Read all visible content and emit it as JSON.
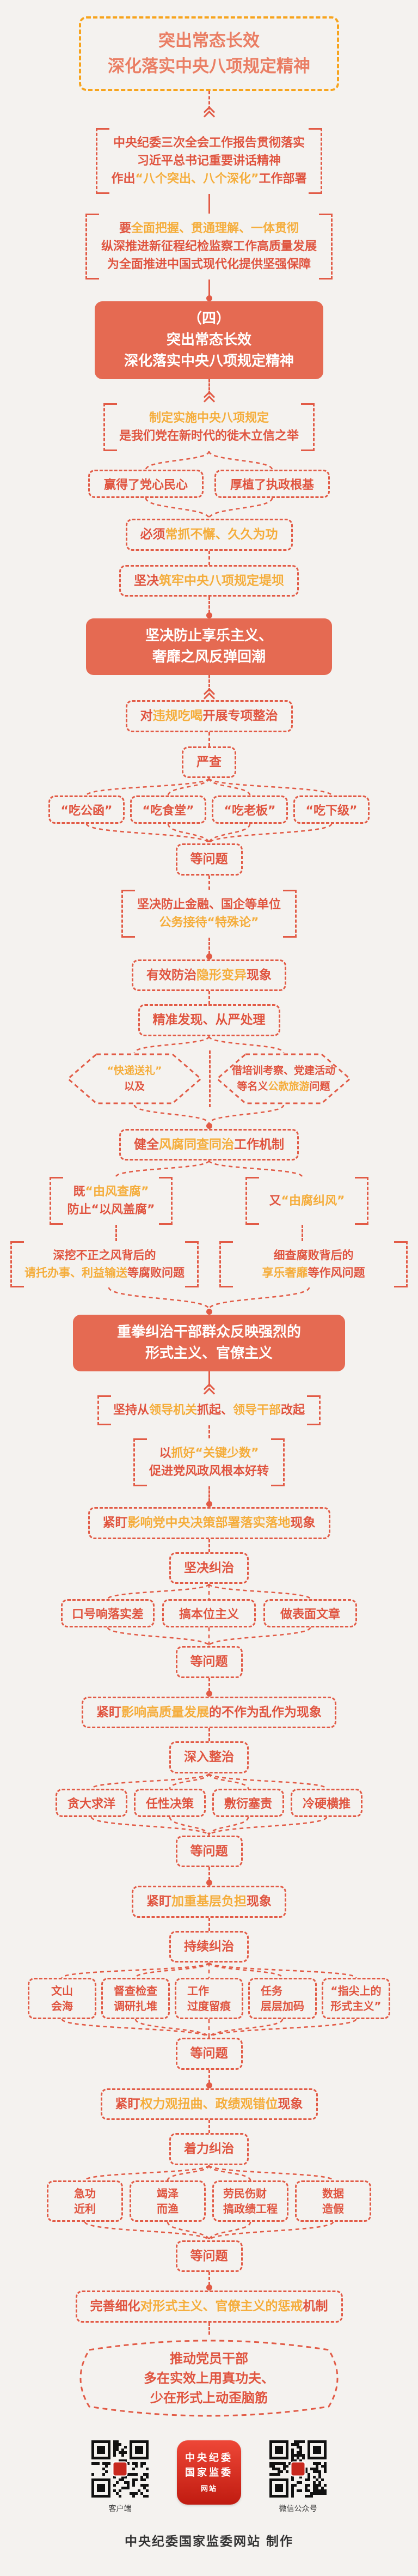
{
  "title": {
    "l1": "突出常态长效",
    "l2": "深化落实中央八项规定精神"
  },
  "report": {
    "l1": "中央纪委三次全会工作报告贯彻落实",
    "l2": "习近平总书记重要讲话精神",
    "l3a": "作出",
    "l3b": "“八个突出、八个深化”",
    "l3c": "工作部署"
  },
  "implement": {
    "l1a": "要",
    "l1b": "全面把握、贯通理解、一体贯彻",
    "l2": "纵深推进新征程纪检监察工作高质量发展",
    "l3": "为全面推进中国式现代化提供坚强保障"
  },
  "section": {
    "num": "（四）",
    "l1": "突出常态长效",
    "l2": "深化落实中央八项规定精神"
  },
  "establish": {
    "l1": "制定实施中央八项规定",
    "l2": "是我们党在新时代的徙木立信之举"
  },
  "win": "赢得了党心民心",
  "base": "厚植了执政根基",
  "persist": {
    "a": "必须",
    "b": "常抓不懈、久久为功"
  },
  "dam": {
    "a": "坚决",
    "b": "筑牢中央八项规定堤坝"
  },
  "hedonism": {
    "l1": "坚决防止享乐主义、",
    "l2": "奢靡之风反弹回潮"
  },
  "eatdrink": {
    "a": "对",
    "b": "违规吃喝",
    "c": "开展专项整治"
  },
  "strict": "严查",
  "eat_items": [
    "“吃公函”",
    "“吃食堂”",
    "“吃老板”",
    "“吃下级”"
  ],
  "etc": "等问题",
  "finance": {
    "l1": "坚决防止金融、国企等单位",
    "l2": "公务接待“特殊论”"
  },
  "invisible": {
    "a": "有效防治",
    "b": "隐形变异",
    "c": "现象"
  },
  "precise": "精准发现、从严处理",
  "gift": {
    "a": "“快递送礼”",
    "b": "以及"
  },
  "tour": {
    "l1": "借培训考察、党建活动",
    "l2a": "等名义",
    "l2b": "公款旅游",
    "l2c": "问题"
  },
  "mechanism": {
    "a": "健全",
    "b": "风腐同查同治",
    "c": "工作机制"
  },
  "wind": {
    "l1a": "既",
    "l1b": "“由风查腐”",
    "l2": "防止“以风盖腐”"
  },
  "corrupt": {
    "a": "又",
    "b": "“由腐纠风”"
  },
  "dig": {
    "l1": "深挖不正之风背后的",
    "l2a": "请托办事、利益输送",
    "l2b": "等腐败问题"
  },
  "check": {
    "l1": "细查腐败背后的",
    "l2a": "享乐奢靡",
    "l2b": "等作风问题"
  },
  "formalism": {
    "l1": "重拳纠治干部群众反映强烈的",
    "l2": "形式主义、官僚主义"
  },
  "lead": {
    "a": "坚持从",
    "b": "领导机关",
    "c": "抓起、",
    "d": "领导干部",
    "e": "改起"
  },
  "keyfew": {
    "l1a": "以",
    "l1b": "抓好“关键少数”",
    "l2": "促进党风政风根本好转"
  },
  "watch1": {
    "a": "紧盯",
    "b": "影响党中央决策部署落实落地",
    "c": "现象",
    "verb": "坚决纠治",
    "items": [
      "口号响落实差",
      "搞本位主义",
      "做表面文章"
    ]
  },
  "watch2": {
    "a": "紧盯",
    "b": "影响高质量发展",
    "c": "的不作为乱作为现象",
    "verb": "深入整治",
    "items": [
      "贪大求洋",
      "任性决策",
      "敷衍塞责",
      "冷硬横推"
    ]
  },
  "watch3": {
    "a": "紧盯",
    "b": "加重基层负担",
    "c": "现象",
    "verb": "持续纠治",
    "items": [
      "文山\n会海",
      "督查检查\n调研扎堆",
      "工作\n过度留痕",
      "任务\n层层加码",
      "“指尖上的\n形式主义”"
    ]
  },
  "watch4": {
    "a": "紧盯",
    "b": "权力观扭曲、政绩观错位",
    "c": "现象",
    "verb": "着力纠治",
    "items": [
      "急功\n近利",
      "竭泽\n而渔",
      "劳民伤财\n搞政绩工程",
      "数据\n造假"
    ]
  },
  "punish": {
    "a": "完善细化",
    "b": "对形式主义、官僚主义的惩戒",
    "c": "机制"
  },
  "push": {
    "l1": "推动党员干部",
    "l2": "多在实效上用真功夫、",
    "l3": "少在形式上动歪脑筋"
  },
  "colors": {
    "red": "#e0543f",
    "gold": "#f5ad3b",
    "solid_box": "#e56a52",
    "title_border": "#f7a41d",
    "icon_red": "#c8281e"
  },
  "footer": {
    "qr_left": "客户端",
    "qr_right": "微信公众号",
    "icon_l1": "中央纪委",
    "icon_l2": "国家监委",
    "icon_l3": "网站",
    "credit": "中央纪委国家监委网站 制作"
  }
}
